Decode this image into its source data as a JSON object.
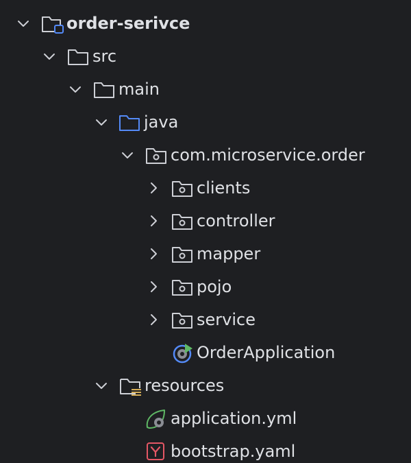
{
  "project_tree": {
    "root": {
      "label": "order-serivce",
      "expanded": true
    },
    "src": {
      "label": "src",
      "expanded": true
    },
    "main": {
      "label": "main",
      "expanded": true
    },
    "java": {
      "label": "java",
      "expanded": true
    },
    "package": {
      "label": "com.microservice.order",
      "expanded": true
    },
    "clients": {
      "label": "clients",
      "expanded": false
    },
    "controller": {
      "label": "controller",
      "expanded": false
    },
    "mapper": {
      "label": "mapper",
      "expanded": false
    },
    "pojo": {
      "label": "pojo",
      "expanded": false
    },
    "service": {
      "label": "service",
      "expanded": false
    },
    "order_application": {
      "label": "OrderApplication"
    },
    "resources": {
      "label": "resources",
      "expanded": true
    },
    "application_yml": {
      "label": "application.yml"
    },
    "bootstrap_yaml": {
      "label": "bootstrap.yaml"
    }
  },
  "colors": {
    "background": "#1e1f22",
    "text": "#dfe1e5",
    "folder_outline": "#ced0d6",
    "source_folder": "#548af7",
    "module_badge": "#548af7",
    "spring_green": "#5fb865",
    "yaml_red": "#e55765",
    "resource_lines": "#d6ae58"
  },
  "icons": {
    "expanded_chevron": "chevron-down-icon",
    "collapsed_chevron": "chevron-right-icon",
    "module": "module-folder-icon",
    "folder": "folder-icon",
    "source_root": "source-folder-icon",
    "package": "package-icon",
    "spring_boot_app": "spring-boot-application-icon",
    "resources_root": "resources-folder-icon",
    "spring_config": "spring-config-icon",
    "yaml": "yaml-file-icon"
  }
}
